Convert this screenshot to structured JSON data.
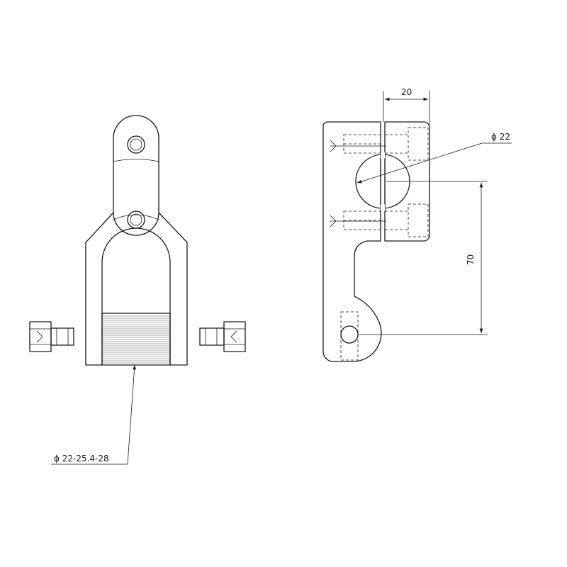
{
  "front_view": {
    "callout_diameter": "ϕ 22-25.4-28"
  },
  "side_view": {
    "dim_width": "20",
    "dim_hole": "ϕ 22",
    "dim_height": "70"
  },
  "colors": {
    "line": "#1a1a1a",
    "background": "#ffffff"
  }
}
